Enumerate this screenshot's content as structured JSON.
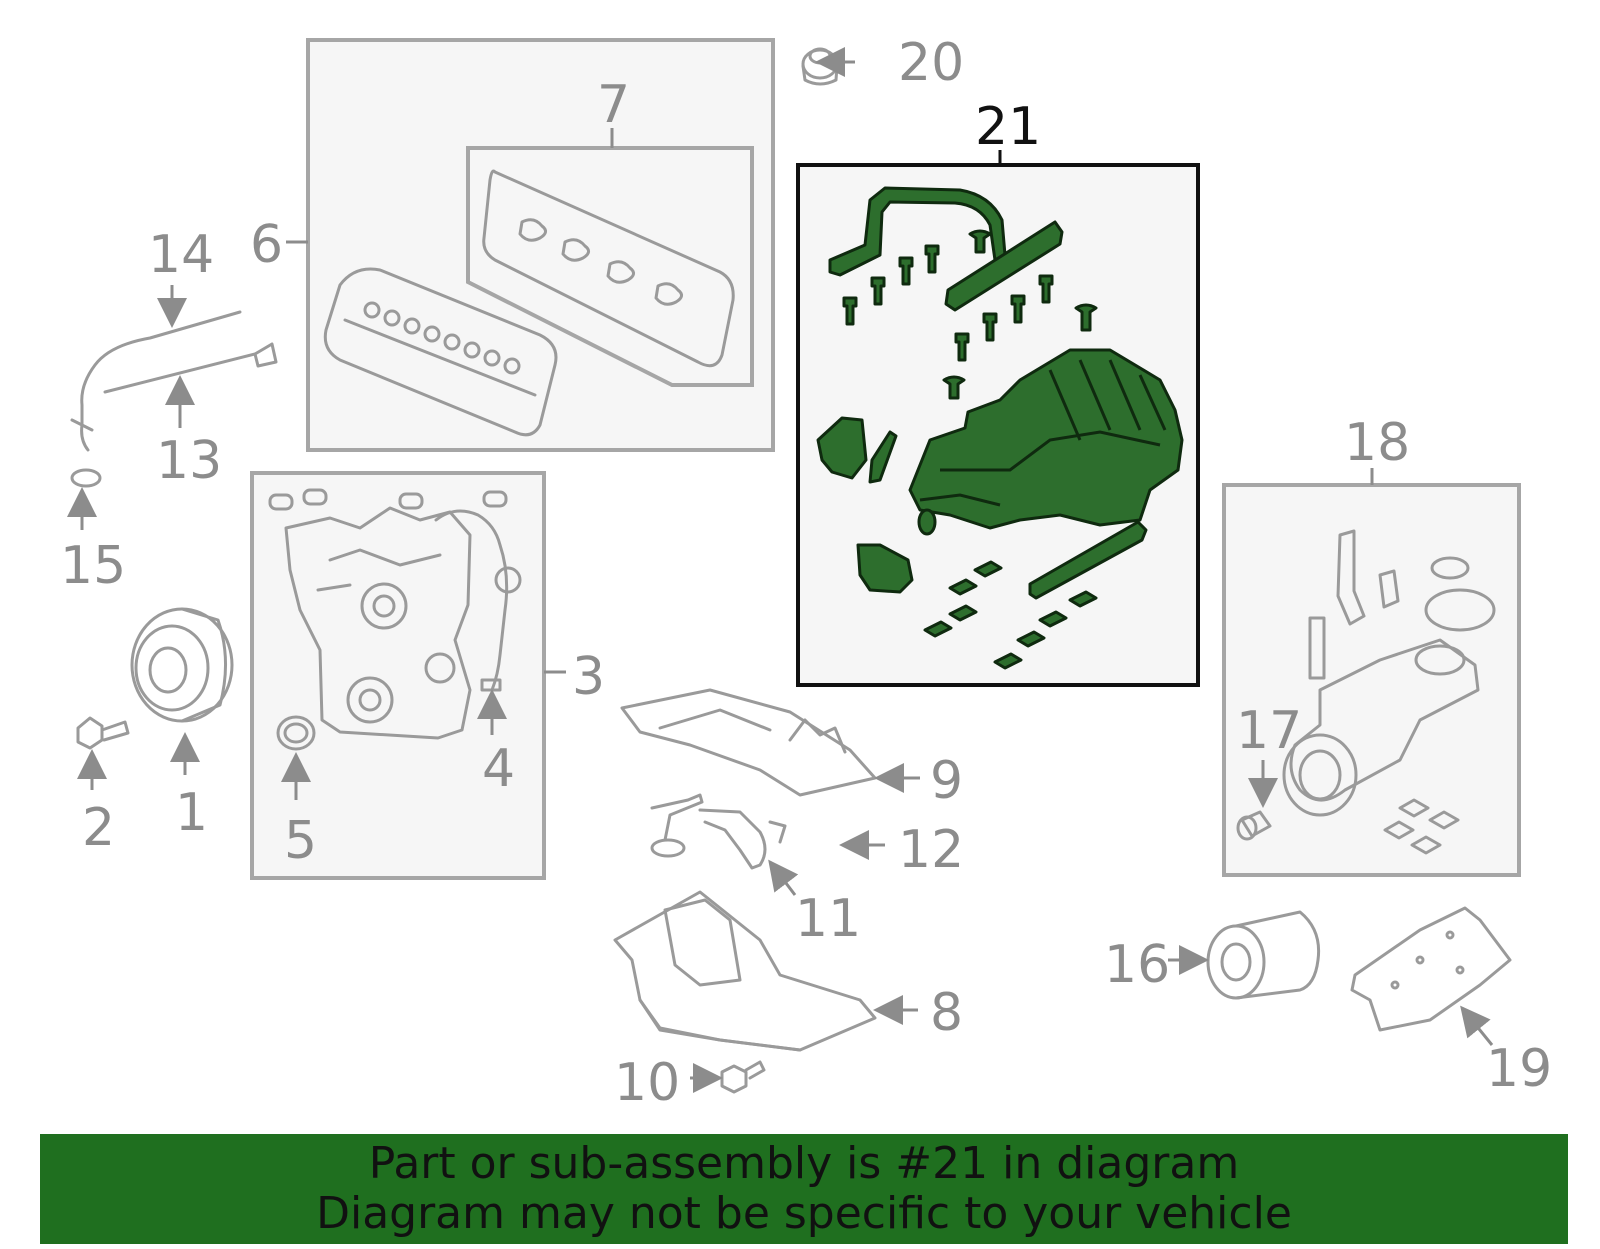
{
  "callouts": {
    "c1": "1",
    "c2": "2",
    "c3": "3",
    "c4": "4",
    "c5": "5",
    "c6": "6",
    "c7": "7",
    "c8": "8",
    "c9": "9",
    "c10": "10",
    "c11": "11",
    "c12": "12",
    "c13": "13",
    "c14": "14",
    "c15": "15",
    "c16": "16",
    "c17": "17",
    "c18": "18",
    "c19": "19",
    "c20": "20",
    "c21": "21"
  },
  "highlight": {
    "part_number": "21",
    "color": "#2d6e2d"
  },
  "banner": {
    "line1": "Part or sub-assembly is #21 in diagram",
    "line2": "Diagram may not be specific to your vehicle",
    "background": "#1f6f1f"
  }
}
